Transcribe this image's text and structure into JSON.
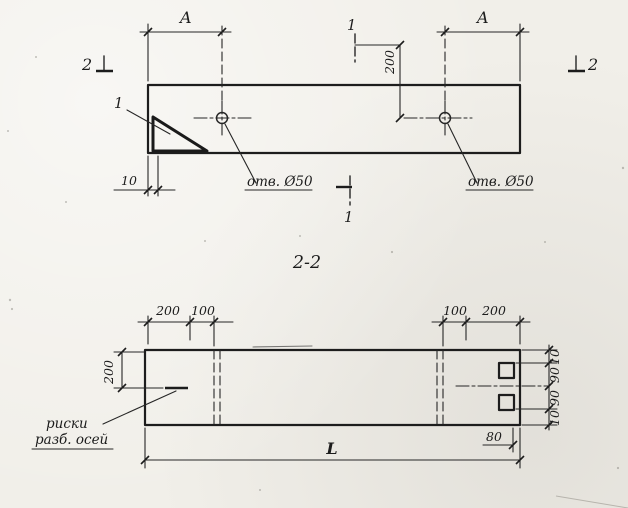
{
  "top_view": {
    "dim_a_left": "A",
    "dim_a_right": "A",
    "dim_200": "200",
    "dim_10": "10",
    "detail_mark": "1",
    "section1_top_label": "1",
    "section1_bottom_label": "1",
    "section2_left_label": "2",
    "section2_right_label": "2",
    "hole_label_left": "отв. Ø50",
    "hole_label_right": "отв. Ø50"
  },
  "section_view": {
    "title": "2-2",
    "top_dims_left": [
      "200",
      "100"
    ],
    "top_dims_right": [
      "100",
      "200"
    ],
    "left_dim": "200",
    "right_dims": [
      "10",
      "90",
      "90",
      "10"
    ],
    "dim_80": "80",
    "span_label": "L",
    "axes_note_line1": "риски",
    "axes_note_line2": "разб. осей"
  }
}
